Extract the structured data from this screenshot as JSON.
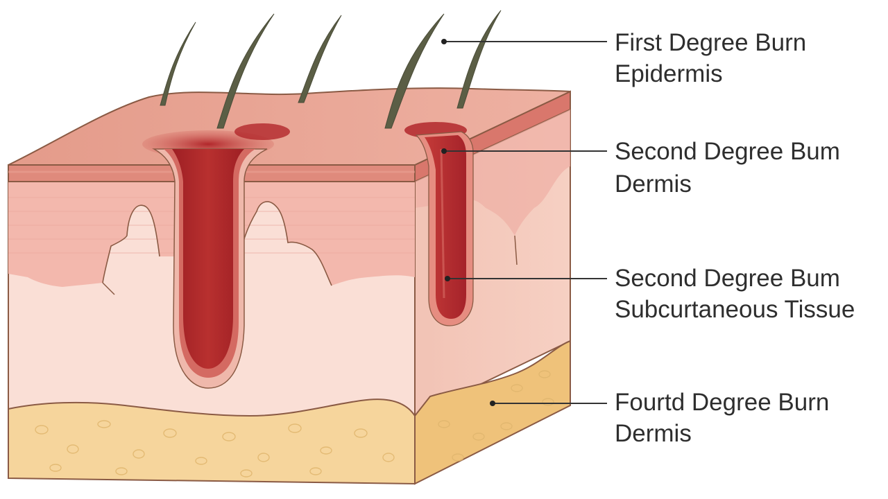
{
  "callouts": [
    {
      "id": "first",
      "line1": "First Degree Burn",
      "line2": "Epidermis"
    },
    {
      "id": "second",
      "line1": "Second Degree Bum",
      "line2": "Dermis"
    },
    {
      "id": "third",
      "line1": "Second Degree Bum",
      "line2": "Subcurtaneous Tissue"
    },
    {
      "id": "fourth",
      "line1": "Fourtd Degree Burn",
      "line2": "Dermis"
    }
  ],
  "colors": {
    "epidermis_top": "#e7a08f",
    "epidermis_edge": "#d9776c",
    "dermis": "#f3c2b9",
    "dermis_light": "#fadfd6",
    "subcutaneous": "#f4d49a",
    "subcutaneous_side": "#efc27a",
    "burn_dark": "#a8242a",
    "burn_mid": "#c84a45",
    "hair": "#5b5e45",
    "outline": "#8a5a44"
  },
  "icons": [
    "hair-strand-icon",
    "burn-channel-icon"
  ]
}
